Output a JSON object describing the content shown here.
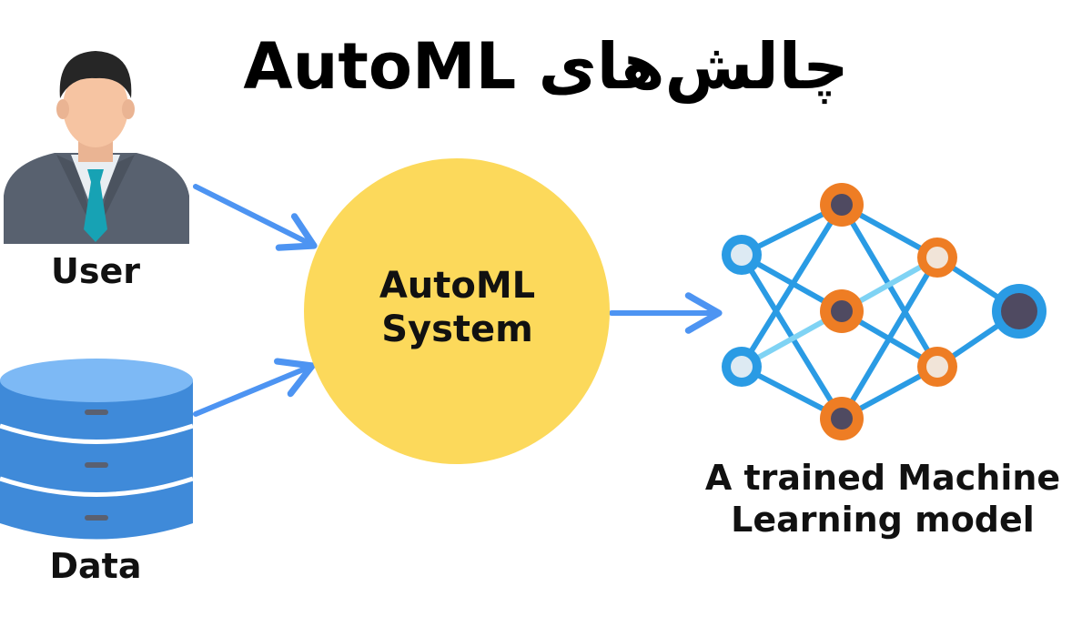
{
  "title": "چالش‌های AutoML",
  "user": {
    "label": "User"
  },
  "data_store": {
    "label": "Data"
  },
  "system": {
    "line1": "AutoML",
    "line2": "System"
  },
  "model": {
    "line1": "A trained Machine",
    "line2": "Learning model"
  },
  "colors": {
    "arrow": "#4d94f2",
    "system_circle": "#fcd95b",
    "node_outer": "#ee7d24",
    "node_center": "#4f4a61",
    "input_node": "#2a9be4",
    "input_node_center": "#ddeaf3",
    "edge": "#2a9be4",
    "edge_light": "#7fd3f4",
    "db_top": "#7db9f5",
    "db_body": "#3f8ad9",
    "suit": "#58616f",
    "skin": "#f6c4a2",
    "tie": "#17a2b4"
  },
  "icons": [
    "user-avatar-icon",
    "database-icon",
    "neural-network-icon",
    "arrow-icon"
  ]
}
